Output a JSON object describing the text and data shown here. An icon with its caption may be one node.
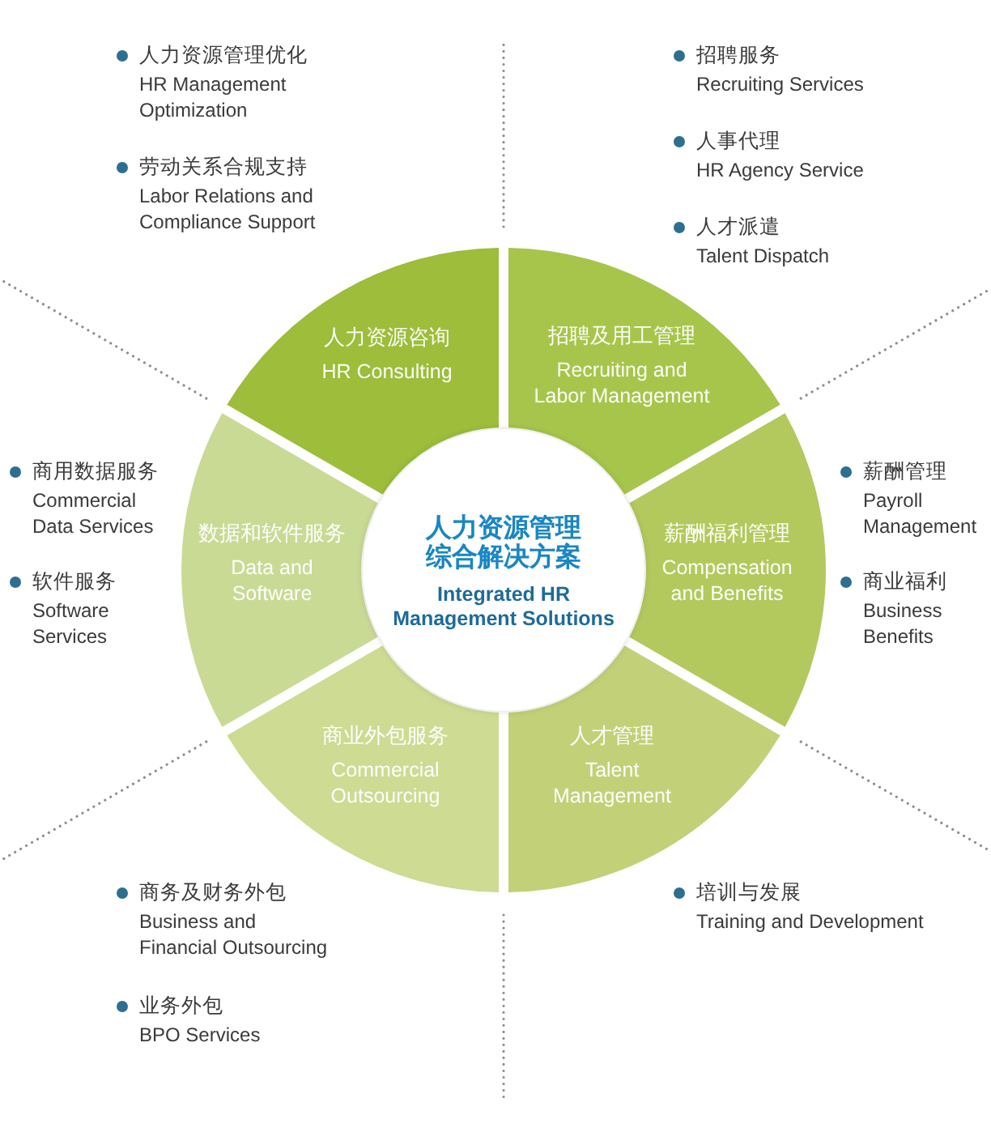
{
  "diagram": {
    "nodes": [
      {
        "text": [
          "人力资源管理综合解决方案",
          "Integrated HR Management Solutions"
        ]
      },
      {
        "text": [
          "人力资源咨询",
          "HR Consulting"
        ]
      },
      {
        "text": [
          "招聘及用工管理",
          "Recruiting and Labor Management"
        ]
      },
      {
        "text": [
          "薪酬福利管理",
          "Compensation and Benefits"
        ]
      },
      {
        "text": [
          "人才管理",
          "Talent Management"
        ]
      },
      {
        "text": [
          "商业外包服务",
          "Commercial Outsourcing"
        ]
      },
      {
        "text": [
          "数据和软件服务",
          "Data and Software"
        ]
      }
    ],
    "labels": [
      "人力资源管理优化",
      "HR Management Optimization",
      "劳动关系合规支持",
      "Labor Relations and Compliance Support",
      "招聘服务",
      "Recruiting Services",
      "人事代理",
      "HR Agency Service",
      "人才派遣",
      "Talent Dispatch",
      "商用数据服务",
      "Commercial Data Services",
      "软件服务",
      "Software Services",
      "薪酬管理",
      "Payroll Management",
      "商业福利",
      "Business Benefits",
      "商务及财务外包",
      "Business and Financial Outsourcing",
      "业务外包",
      "BPO Services",
      "培训与发展",
      "Training and Development"
    ]
  }
}
